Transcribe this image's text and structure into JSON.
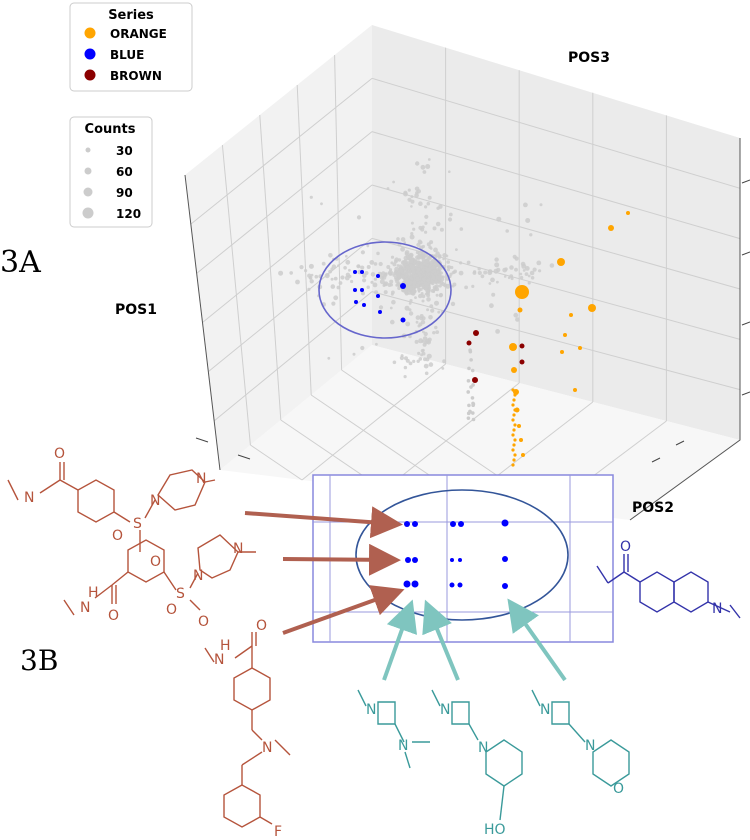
{
  "figure": {
    "panel_a": "3A",
    "panel_b": "3B"
  },
  "chart_data": [
    {
      "type": "scatter",
      "zlabel": "POS1",
      "xlabel": "POS2",
      "ylabel": "POS3",
      "grid": true,
      "legend_series": {
        "title": "Series",
        "placement": "top-left",
        "entries": [
          {
            "label": "ORANGE",
            "color": "#FFA500"
          },
          {
            "label": "BLUE",
            "color": "#0000FF"
          },
          {
            "label": "BROWN",
            "color": "#8B0000"
          }
        ]
      },
      "legend_counts": {
        "title": "Counts",
        "placement": "top-left",
        "entries": [
          "30",
          "60",
          "90",
          "120"
        ]
      },
      "series": [
        {
          "name": "ORANGE",
          "color": "#FFA500"
        },
        {
          "name": "BLUE",
          "color": "#0000FF"
        },
        {
          "name": "BROWN",
          "color": "#8B0000"
        }
      ]
    },
    {
      "type": "scatter",
      "subject": "POS2 projection of BLUE series (zoom, panel 3B)",
      "rows": 3,
      "cols": 3,
      "point_color": "#0000FF",
      "grid_color": "#9999DD",
      "frame_color": "#8888DD"
    }
  ],
  "structures": {
    "right_fragment": {
      "atoms": [
        "O",
        "N"
      ]
    },
    "left_fragments": [
      {
        "atoms": [
          "O",
          "N",
          "N",
          "N",
          "S",
          "O",
          "O"
        ]
      },
      {
        "atoms": [
          "H",
          "N",
          "O",
          "N",
          "N",
          "S",
          "O",
          "O"
        ]
      },
      {
        "atoms": [
          "H",
          "N",
          "O",
          "N",
          "F"
        ]
      }
    ],
    "bottom_fragments": [
      {
        "atoms": [
          "N",
          "N"
        ]
      },
      {
        "atoms": [
          "N",
          "N",
          "HO"
        ]
      },
      {
        "atoms": [
          "N",
          "N",
          "O"
        ]
      }
    ]
  },
  "colors": {
    "orange": "#FFA500",
    "blue": "#0000FF",
    "brown": "#8B0000",
    "gray_points": "#CCCCCC",
    "brown_structures": "#B5543C",
    "blue_structure": "#3333AA",
    "teal_structures": "#3A9A9A",
    "arrow_brown": "#B06050",
    "arrow_teal": "#7FC5BF",
    "ellipse": "#6666CC"
  }
}
